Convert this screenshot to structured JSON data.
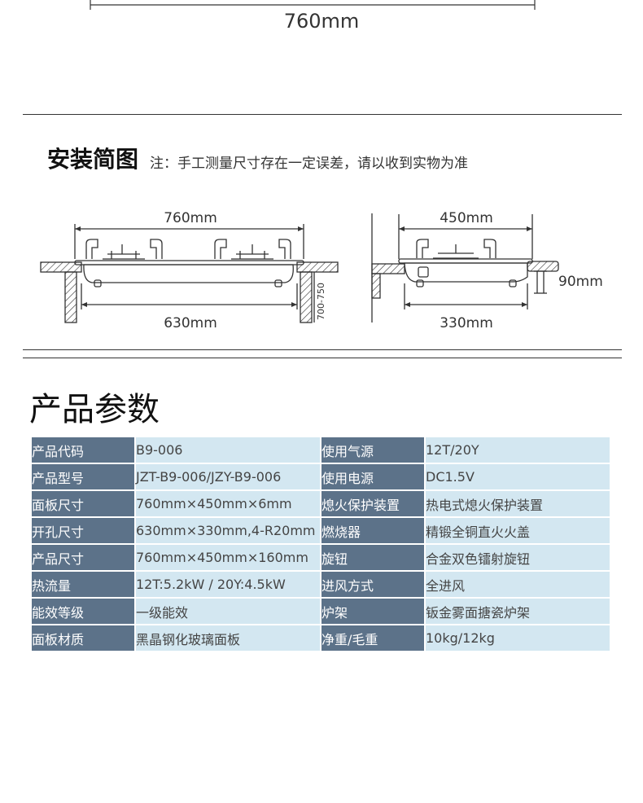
{
  "top_dimension": {
    "label": "760mm"
  },
  "install": {
    "title": "安装简图",
    "note": "注：手工测量尺寸存在一定误差，请以收到实物为准",
    "front_view": {
      "width_label": "760mm",
      "cutout_label": "630mm",
      "height_label": "700-750"
    },
    "side_view": {
      "width_label": "450mm",
      "cutout_label": "330mm",
      "thickness_label": "90mm"
    }
  },
  "params": {
    "title": "产品参数",
    "rows": [
      {
        "k1": "产品代码",
        "v1": "B9-006",
        "k2": "使用气源",
        "v2": "12T/20Y"
      },
      {
        "k1": "产品型号",
        "v1": "JZT-B9-006/JZY-B9-006",
        "k2": "使用电源",
        "v2": "DC1.5V"
      },
      {
        "k1": "面板尺寸",
        "v1": "760mm×450mm×6mm",
        "k2": "熄火保护装置",
        "v2": "热电式熄火保护装置"
      },
      {
        "k1": "开孔尺寸",
        "v1": "630mm×330mm,4-R20mm",
        "k2": "燃烧器",
        "v2": "精锻全铜直火火盖"
      },
      {
        "k1": "产品尺寸",
        "v1": "760mm×450mm×160mm",
        "k2": "旋钮",
        "v2": "合金双色镭射旋钮"
      },
      {
        "k1": "热流量",
        "v1": "12T:5.2kW / 20Y:4.5kW",
        "k2": "进风方式",
        "v2": "全进风"
      },
      {
        "k1": "能效等级",
        "v1": "一级能效",
        "k2": "炉架",
        "v2": "钣金雾面搪瓷炉架"
      },
      {
        "k1": "面板材质",
        "v1": "黑晶钢化玻璃面板",
        "k2": "净重/毛重",
        "v2": "10kg/12kg"
      }
    ]
  }
}
